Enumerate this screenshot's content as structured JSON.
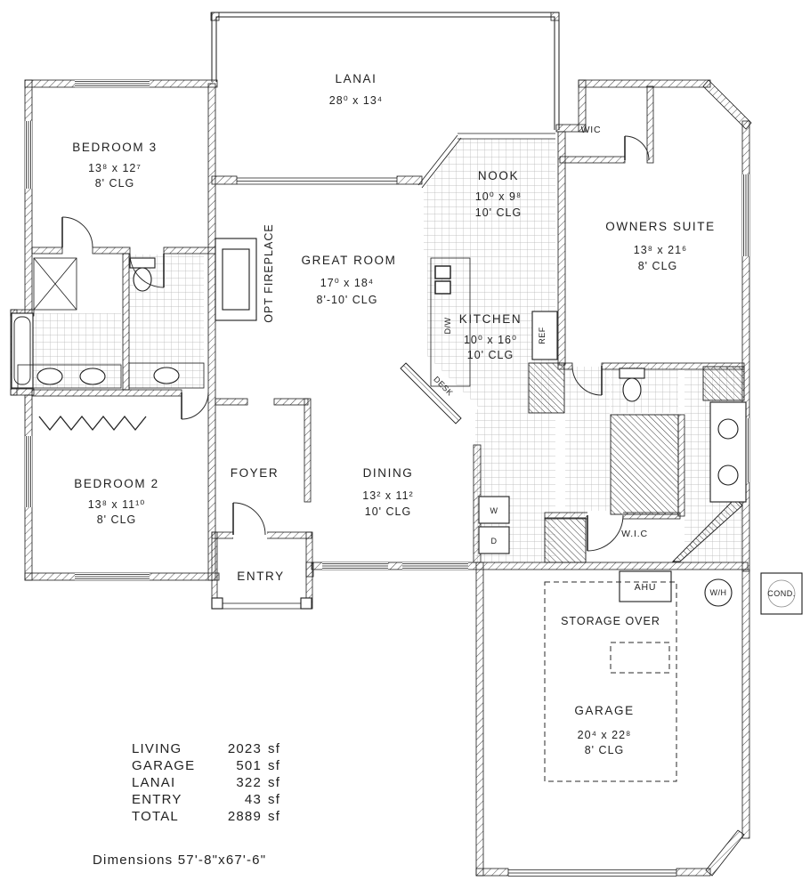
{
  "rooms": {
    "lanai": {
      "name": "LANAI",
      "dims": "28⁰ x 13⁴"
    },
    "bedroom3": {
      "name": "BEDROOM 3",
      "dims": "13⁸ x 12⁷",
      "clg": "8' CLG"
    },
    "wic_upper": {
      "name": "WIC"
    },
    "nook": {
      "name": "NOOK",
      "dims": "10⁰ x 9⁸",
      "clg": "10' CLG"
    },
    "owners_suite": {
      "name": "OWNERS SUITE",
      "dims": "13⁸ x 21⁶",
      "clg": "8' CLG"
    },
    "great_room": {
      "name": "GREAT ROOM",
      "dims": "17⁰ x 18⁴",
      "clg": "8'-10' CLG"
    },
    "kitchen": {
      "name": "KITCHEN",
      "dims": "10⁰ x 16⁰",
      "clg": "10' CLG"
    },
    "bedroom2": {
      "name": "BEDROOM 2",
      "dims": "13⁸ x 11¹⁰",
      "clg": "8' CLG"
    },
    "foyer": {
      "name": "FOYER"
    },
    "dining": {
      "name": "DINING",
      "dims": "13² x 11²",
      "clg": "10' CLG"
    },
    "wic_master": {
      "name": "W.I.C"
    },
    "entry": {
      "name": "ENTRY"
    },
    "storage": {
      "name": "STORAGE OVER"
    },
    "garage": {
      "name": "GARAGE",
      "dims": "20⁴ x 22⁸",
      "clg": "8' CLG"
    }
  },
  "features": {
    "fireplace": "OPT FIREPLACE",
    "desk": "DESK",
    "dishwasher": "D/W",
    "refrigerator": "REF",
    "washer": "W",
    "dryer": "D",
    "ahu": "AHU",
    "water_heater": "W/H",
    "condenser": "COND."
  },
  "area_table": {
    "rows": [
      {
        "label": "LIVING",
        "value": "2023",
        "unit": "sf"
      },
      {
        "label": "GARAGE",
        "value": "501",
        "unit": "sf"
      },
      {
        "label": "LANAI",
        "value": "322",
        "unit": "sf"
      },
      {
        "label": "ENTRY",
        "value": "43",
        "unit": "sf"
      },
      {
        "label": "TOTAL",
        "value": "2889",
        "unit": "sf"
      }
    ]
  },
  "footer": {
    "dimensions": "Dimensions  57'-8\"x67'-6\""
  },
  "colors": {
    "line": "#1b1b1b",
    "background": "#ffffff"
  }
}
